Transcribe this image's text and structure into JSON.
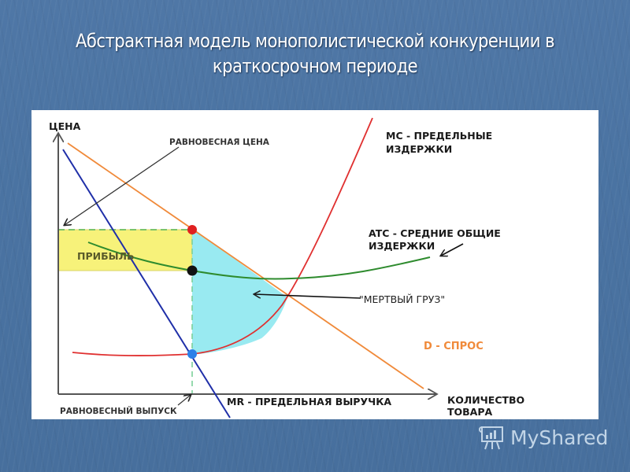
{
  "slide": {
    "title_line1": "Абстрактная модель монополистической конкуренции в",
    "title_line2": "краткосрочном периоде",
    "background_color": "#4a73a2",
    "watermark": "MyShared"
  },
  "diagram": {
    "axes": {
      "y_label": "ЦЕНА",
      "x_label_line1": "КОЛИЧЕСТВО",
      "x_label_line2": "ТОВАРА"
    },
    "curves": {
      "mc": {
        "label_line1": "MC - ПРЕДЕЛЬНЫЕ",
        "label_line2": "ИЗДЕРЖКИ",
        "color": "#e03030"
      },
      "atc": {
        "label_line1": "ATC - СРЕДНИЕ ОБЩИЕ",
        "label_line2": "ИЗДЕРЖКИ",
        "color": "#2e8b2e"
      },
      "demand": {
        "label": "D - СПРОС",
        "color": "#f08a3a"
      },
      "mr": {
        "label": "MR - ПРЕДЕЛЬНАЯ ВЫРУЧКА",
        "color": "#1f2fa8"
      }
    },
    "annotations": {
      "equilibrium_price": "РАВНОВЕСНАЯ ЦЕНА",
      "equilibrium_output": "РАВНОВЕСНЫЙ ВЫПУСК",
      "deadweight_loss": "\"МЕРТВЫЙ ГРУЗ\"",
      "profit": "ПРИБЫЛЬ"
    },
    "regions": {
      "profit_color": "#f7f27a",
      "deadweight_color": "#8ee8f0"
    },
    "points": {
      "price_on_demand_color": "#e02020",
      "atc_point_color": "#000000",
      "mr_mc_intersection_color": "#2a80e8"
    }
  }
}
